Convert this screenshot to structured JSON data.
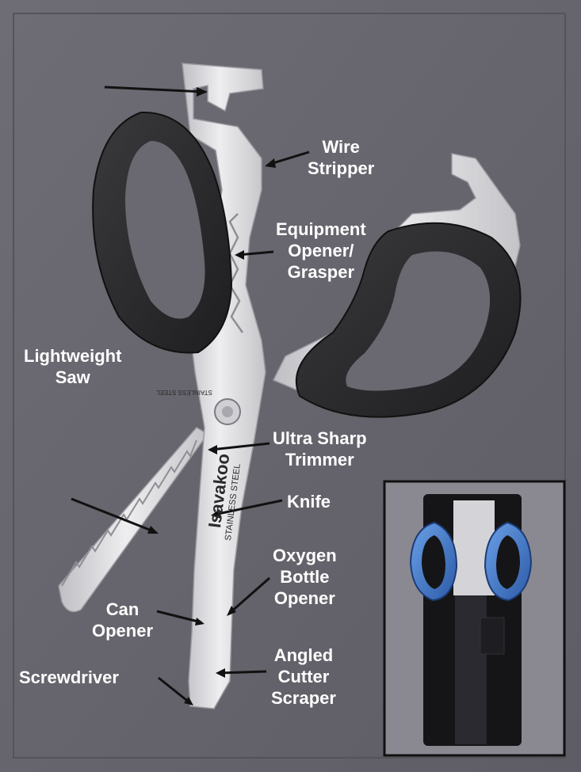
{
  "labels": {
    "wire_stripper": [
      "Wire",
      "Stripper"
    ],
    "equipment_opener": [
      "Equipment",
      "Opener/",
      "Grasper"
    ],
    "lightweight_saw": [
      "Lightweight",
      "Saw"
    ],
    "ultra_sharp_trimmer": [
      "Ultra Sharp",
      "Trimmer"
    ],
    "knife": [
      "Knife"
    ],
    "oxygen_bottle_opener": [
      "Oxygen",
      "Bottle",
      "Opener"
    ],
    "can_opener": [
      "Can",
      "Opener"
    ],
    "angled_cutter": [
      "Angled",
      "Cutter",
      "Scraper"
    ],
    "screwdriver": [
      "Screwdriver"
    ]
  },
  "blade_markings": {
    "brand": "Isavakoo",
    "steel_text": "STAINLESS STEEL",
    "handle_stamp": "STAINLESS STEEL"
  },
  "colors": {
    "background": "#6a6870",
    "handle": "#2c2c2e",
    "steel": "#d8d8dc",
    "label": "#ffffff",
    "inset_handle": "#3a74c4"
  }
}
